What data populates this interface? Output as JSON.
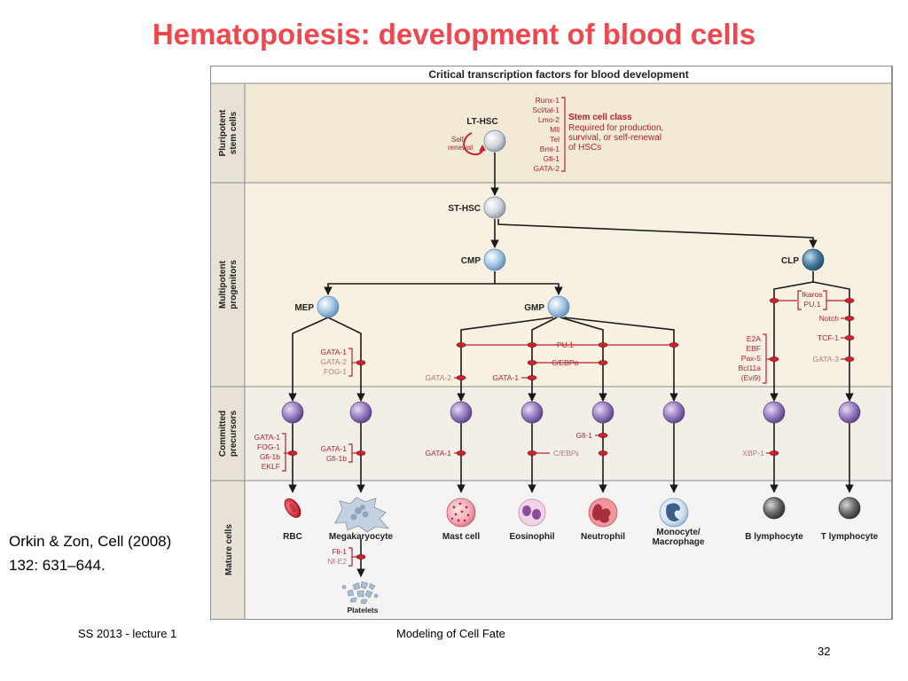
{
  "slide": {
    "title": "Hematopoiesis: development of blood cells",
    "citation_line1": "Orkin & Zon, Cell (2008)",
    "citation_line2": "132: 631–644.",
    "footer_left": "SS 2013 - lecture 1",
    "footer_center": "Modeling of Cell Fate",
    "slide_number": "32"
  },
  "figure": {
    "header": "Critical transcription factors for blood development",
    "bands": [
      {
        "label_line1": "Pluripotent",
        "label_line2": "stem cells"
      },
      {
        "label_line1": "Multipotent",
        "label_line2": "progenitors"
      },
      {
        "label_line1": "Committed",
        "label_line2": "precursors"
      },
      {
        "label_line1": "Mature cells",
        "label_line2": ""
      }
    ],
    "progenitors": {
      "lt_hsc": "LT-HSC",
      "st_hsc": "ST-HSC",
      "cmp": "CMP",
      "clp": "CLP",
      "mep": "MEP",
      "gmp": "GMP"
    },
    "self_renewal_line1": "Self-",
    "self_renewal_line2": "renewal",
    "stem_cell_factors": [
      "Runx-1",
      "Scl/tal-1",
      "Lmo-2",
      "Mll",
      "Tel",
      "Bmi-1",
      "Gfi-1",
      "GATA-2"
    ],
    "stem_cell_class": {
      "title": "Stem cell class",
      "line1": "Required for production,",
      "line2": "survival, or self-renewal",
      "line3": "of HSCs"
    },
    "factors": {
      "pu1_myeloid": "PU.1",
      "cebpa": "C/EBPα",
      "gata2_gmp": "GATA-2",
      "gata1_gmp": "GATA-1",
      "gfi1_neut": "Gfi-1",
      "cebpe": "C/EBPε",
      "gata1_mast": "GATA-1",
      "xbp1": "XBP-1",
      "notch": "Notch",
      "tcf1": "TCF-1",
      "gata3": "GATA-3",
      "ikaros": "Ikaros",
      "pu1_lymphoid": "PU.1",
      "fli1": "Fli-1",
      "nfe2": "Nf-E2"
    },
    "mep_factors": [
      "GATA-1",
      "GATA-2",
      "FOG-1"
    ],
    "rbc_factors": [
      "GATA-1",
      "FOG-1",
      "Gfi-1b",
      "EKLF"
    ],
    "mk_factors": [
      "GATA-1",
      "Gfi-1b"
    ],
    "b_factors": [
      "E2A",
      "EBF",
      "Pax-5",
      "Bcl11a",
      "(Evi9)"
    ],
    "mature": {
      "rbc": "RBC",
      "megakaryocyte": "Megakaryocyte",
      "mast": "Mast cell",
      "eosinophil": "Eosinophil",
      "neutrophil": "Neutrophil",
      "monocyte_line1": "Monocyte/",
      "monocyte_line2": "Macrophage",
      "b_lymphocyte": "B lymphocyte",
      "t_lymphocyte": "T lymphocyte",
      "platelets": "Platelets"
    },
    "colors": {
      "title": "#f0474f",
      "factor_red": "#b5212b",
      "factor_faded": "#b37a7a",
      "progenitor_cell": "#a9c9e6",
      "precursor_cell": "#9b7fc1",
      "lymphoid_cell": "#4d7fa0"
    }
  }
}
